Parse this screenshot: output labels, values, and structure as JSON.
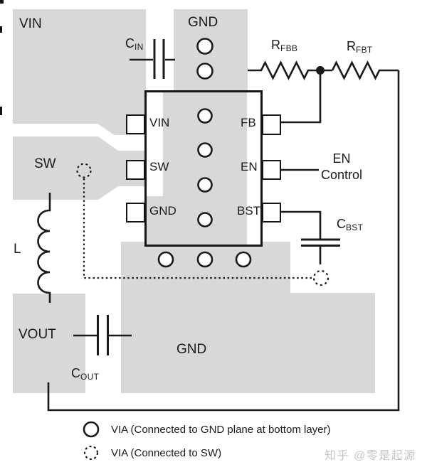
{
  "colors": {
    "plane": "#d8d8d8",
    "ink": "#1a1a1a",
    "watermark": "#c6c6c6"
  },
  "planes": {
    "vin": "VIN",
    "gnd_top": "GND",
    "sw": "SW",
    "vout": "VOUT",
    "gnd_bottom": "GND"
  },
  "ic": {
    "left_pins": [
      "VIN",
      "SW",
      "GND"
    ],
    "right_pins": [
      "FB",
      "EN",
      "BST"
    ]
  },
  "components": {
    "cin": {
      "symbol": "C",
      "sub": "IN"
    },
    "cout": {
      "symbol": "C",
      "sub": "OUT"
    },
    "cbst": {
      "symbol": "C",
      "sub": "BST"
    },
    "rfbb": {
      "symbol": "R",
      "sub": "FBB"
    },
    "rfbt": {
      "symbol": "R",
      "sub": "FBT"
    },
    "inductor": "L"
  },
  "annotations": {
    "en_control_line1": "EN",
    "en_control_line2": "Control"
  },
  "legend": {
    "gnd_via_text": "VIA (Connected to GND plane at bottom layer)",
    "sw_via_text": "VIA (Connected to SW)"
  },
  "watermark": "知乎 @零是起源"
}
